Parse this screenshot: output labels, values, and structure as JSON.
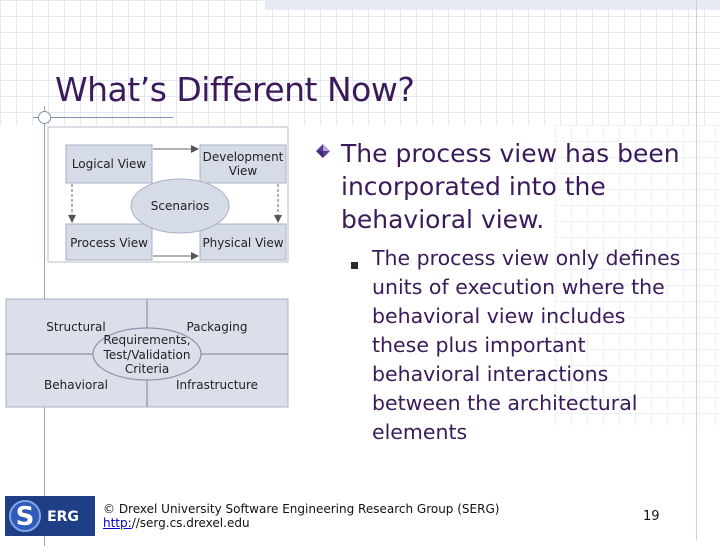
{
  "slide": {
    "title": "What’s Different Now?",
    "bullet_main": "The process view has been incorporated into the behavioral view.",
    "bullet_sub": "The process view only defines units of execution where the behavioral view includes these plus important behavioral interactions between the architectural elements"
  },
  "diagram_top": {
    "logical_view": "Logical View",
    "development_view_line1": "Development",
    "development_view_line2": "View",
    "scenarios": "Scenarios",
    "process_view": "Process View",
    "physical_view": "Physical View"
  },
  "diagram_bottom": {
    "structural": "Structural",
    "packaging": "Packaging",
    "behavioral": "Behavioral",
    "infrastructure": "Infrastructure",
    "center_line1": "Requirements,",
    "center_line2": "Test/Validation",
    "center_line3": "Criteria"
  },
  "footer": {
    "logo_text": "ERG",
    "copyright": "© Drexel University Software Engineering Research Group (SERG)",
    "url_prefix": "http:",
    "url_rest": "//serg.cs.drexel.edu",
    "page_number": "19"
  },
  "colors": {
    "title": "#3b1a5a",
    "box_fill": "#d6dbe8",
    "panel_fill": "#dcdfea",
    "logo_blue": "#1e3f86"
  }
}
